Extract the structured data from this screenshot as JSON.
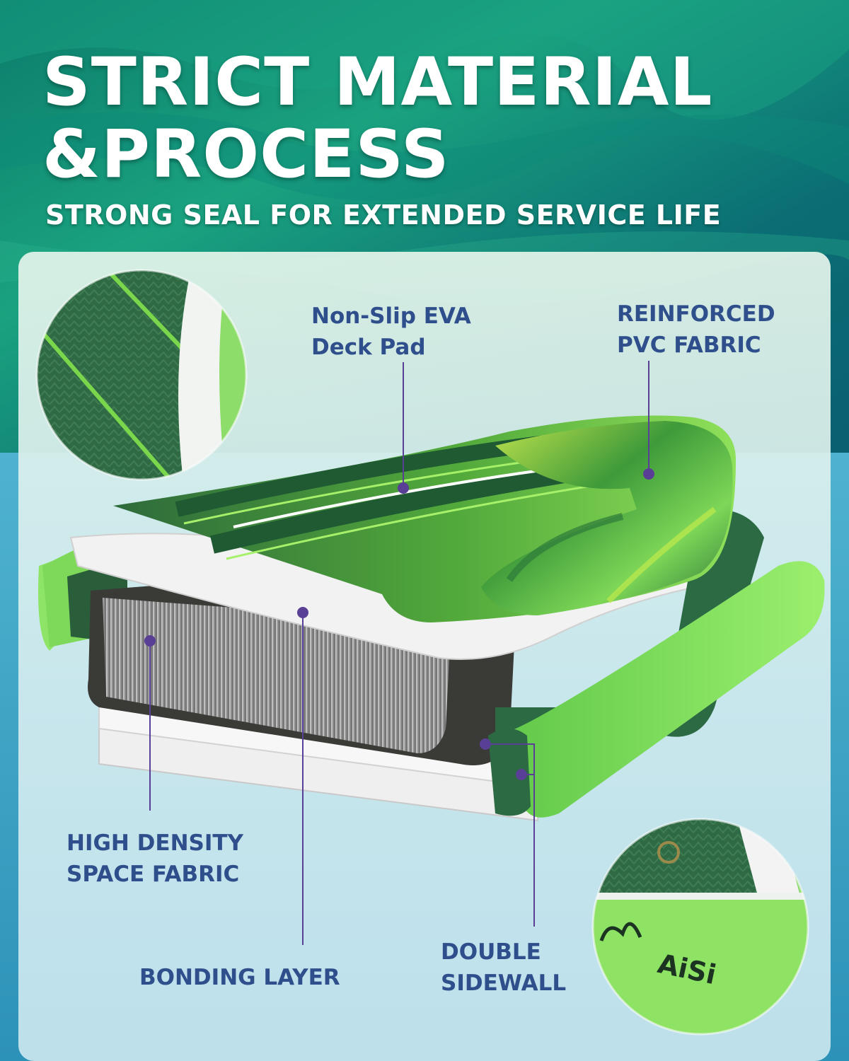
{
  "header": {
    "title_line_1": "STRICT MATERIAL",
    "title_line_2": "&PROCESS",
    "subtitle": "STRONG SEAL FOR EXTENDED SERVICE LIFE"
  },
  "callouts": {
    "deck_pad": {
      "line_1": "Non-Slip EVA",
      "line_2": "Deck Pad"
    },
    "pvc_fabric": {
      "line_1": "REINFORCED",
      "line_2": "PVC FABRIC"
    },
    "space_fabric": {
      "line_1": "HIGH DENSITY",
      "line_2": "SPACE FABRIC"
    },
    "bonding_layer": {
      "line_1": "BONDING LAYER"
    },
    "double_sidewall": {
      "line_1": "DOUBLE",
      "line_2": "SIDEWALL"
    }
  },
  "detail_inset": {
    "brand_text": "AiSi"
  },
  "colors": {
    "label_blue": "#2f4f8c",
    "marker_purple": "#5a3f96",
    "deck_dark_green": "#2f6a3d",
    "deck_light_green": "#7fd84a",
    "sidewall_green": "#86e85e",
    "core_grey": "#8d8d8d",
    "foam_dark": "#3a3a36"
  }
}
